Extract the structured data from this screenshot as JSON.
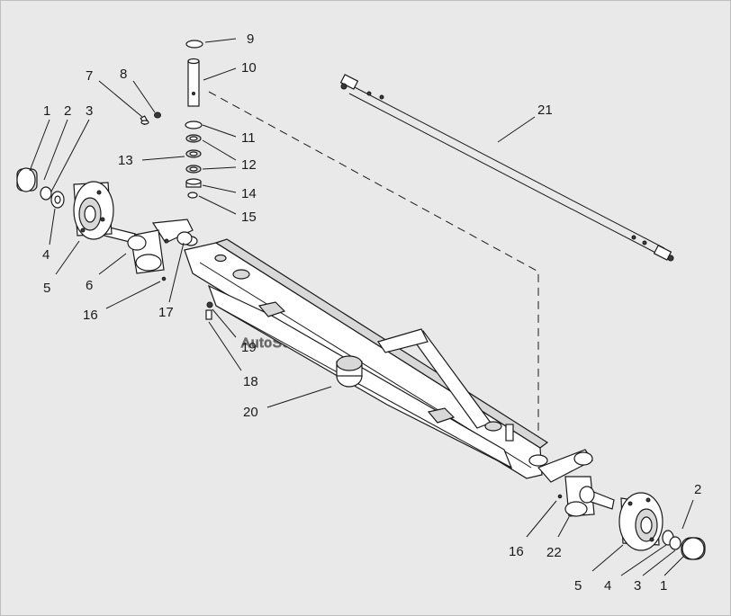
{
  "diagram": {
    "watermark": "AutoSoft",
    "labels": [
      {
        "id": "l9",
        "text": "9"
      },
      {
        "id": "l10",
        "text": "10"
      },
      {
        "id": "l7",
        "text": "7"
      },
      {
        "id": "l8",
        "text": "8"
      },
      {
        "id": "l21",
        "text": "21"
      },
      {
        "id": "l1a",
        "text": "1"
      },
      {
        "id": "l2a",
        "text": "2"
      },
      {
        "id": "l3a",
        "text": "3"
      },
      {
        "id": "l11",
        "text": "11"
      },
      {
        "id": "l13",
        "text": "13"
      },
      {
        "id": "l12",
        "text": "12"
      },
      {
        "id": "l14",
        "text": "14"
      },
      {
        "id": "l15",
        "text": "15"
      },
      {
        "id": "l4a",
        "text": "4"
      },
      {
        "id": "l5a",
        "text": "5"
      },
      {
        "id": "l6",
        "text": "6"
      },
      {
        "id": "l16a",
        "text": "16"
      },
      {
        "id": "l17",
        "text": "17"
      },
      {
        "id": "l19",
        "text": "19"
      },
      {
        "id": "l18",
        "text": "18"
      },
      {
        "id": "l20",
        "text": "20"
      },
      {
        "id": "l2b",
        "text": "2"
      },
      {
        "id": "l16b",
        "text": "16"
      },
      {
        "id": "l22",
        "text": "22"
      },
      {
        "id": "l5b",
        "text": "5"
      },
      {
        "id": "l4b",
        "text": "4"
      },
      {
        "id": "l3b",
        "text": "3"
      },
      {
        "id": "l1b",
        "text": "1"
      }
    ]
  }
}
